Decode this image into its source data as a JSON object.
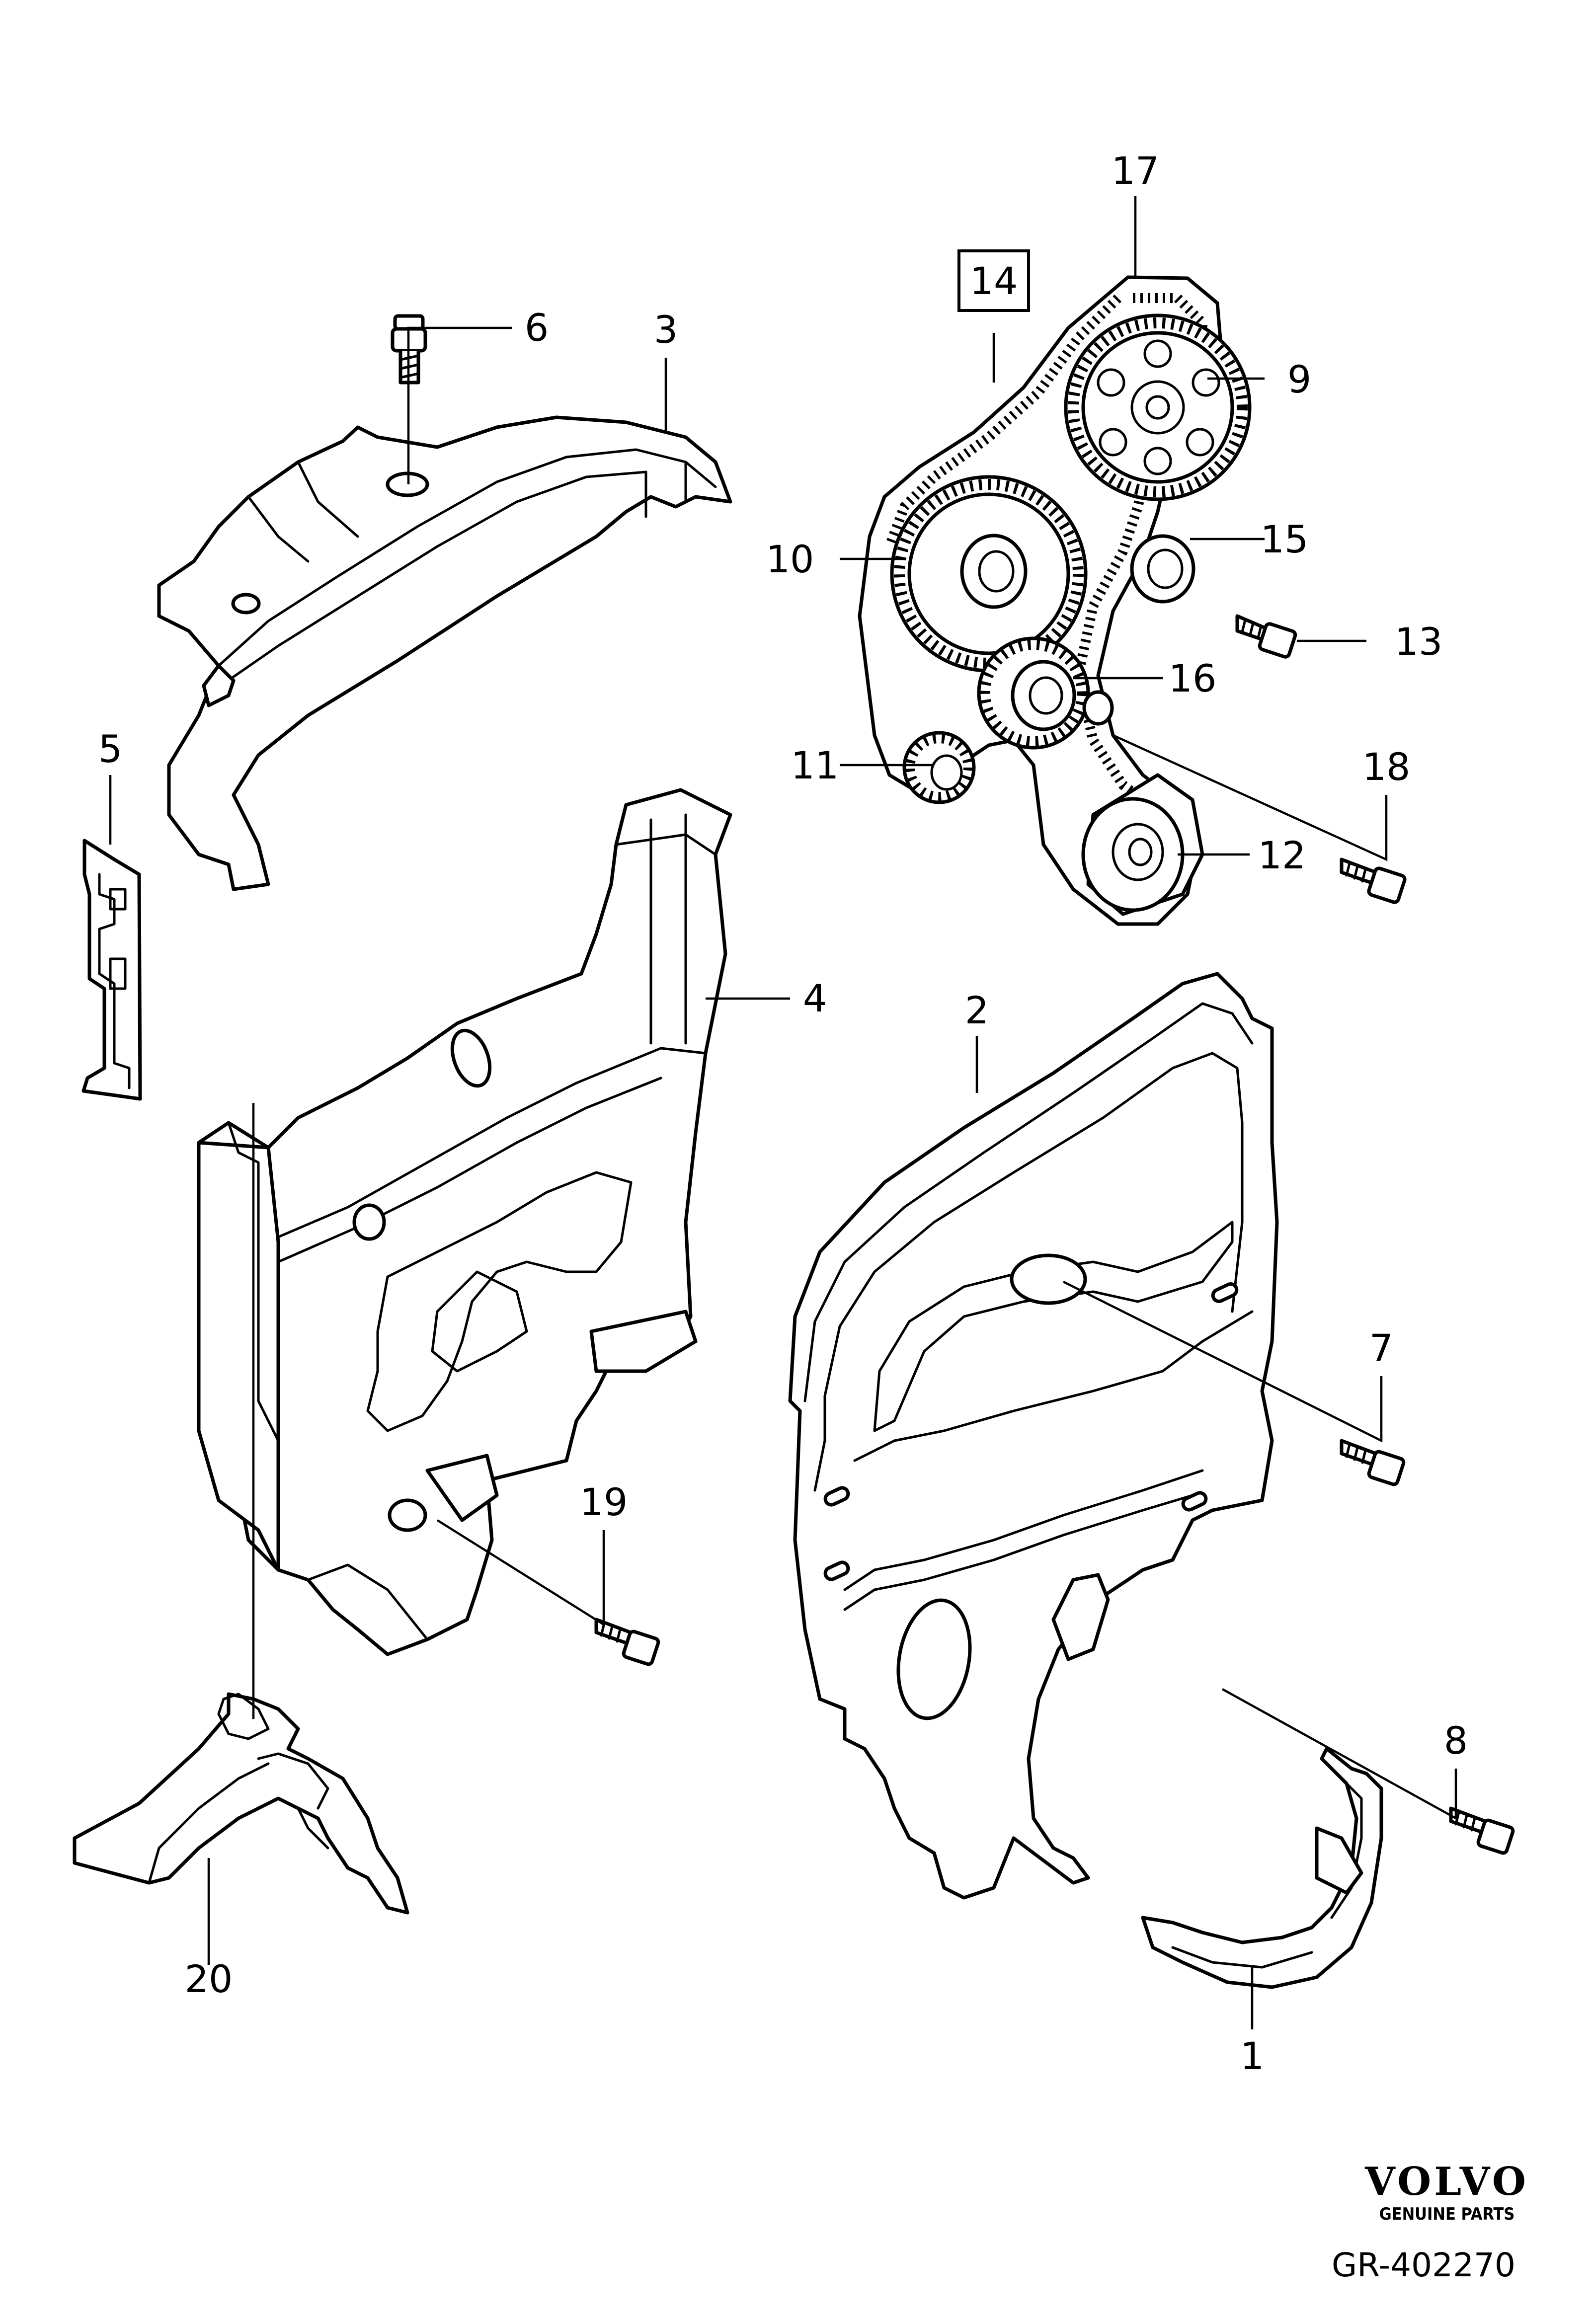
{
  "callouts": {
    "c1": "1",
    "c2": "2",
    "c3": "3",
    "c4": "4",
    "c5": "5",
    "c6": "6",
    "c7": "7",
    "c8": "8",
    "c9": "9",
    "c10": "10",
    "c11": "11",
    "c12": "12",
    "c13": "13",
    "c14": "14",
    "c15": "15",
    "c16": "16",
    "c17": "17",
    "c18": "18",
    "c19": "19",
    "c20": "20"
  },
  "brand": {
    "name": "VOLVO",
    "tagline": "GENUINE PARTS"
  },
  "reference": "GR-402270"
}
